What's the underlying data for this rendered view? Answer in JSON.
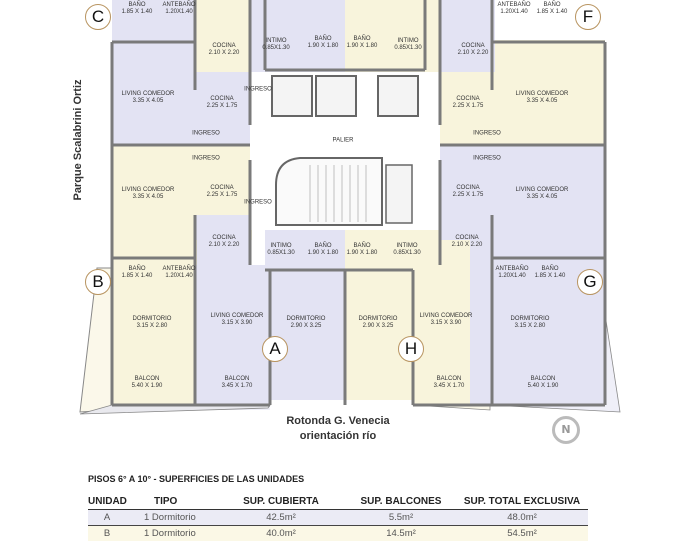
{
  "plan": {
    "unit_markers": [
      "C",
      "F",
      "B",
      "G",
      "A",
      "H"
    ],
    "labels": [
      {
        "name": "BAÑO",
        "dims": "1.85 X 1.40"
      },
      {
        "name": "ANTEBAÑO",
        "dims": "1.20X1.40"
      },
      {
        "name": "COCINA",
        "dims": "2.10 X 2.20"
      },
      {
        "name": "INTIMO",
        "dims": "0.85X1.30"
      },
      {
        "name": "BAÑO",
        "dims": "1.90 X 1.80"
      },
      {
        "name": "BAÑO",
        "dims": "1.90 X 1.80"
      },
      {
        "name": "INTIMO",
        "dims": "0.85X1.30"
      },
      {
        "name": "COCINA",
        "dims": "2.10 X 2.20"
      },
      {
        "name": "ANTEBAÑO",
        "dims": "1.20X1.40"
      },
      {
        "name": "BAÑO",
        "dims": "1.85 X 1.40"
      },
      {
        "name": "LIVING COMEDOR",
        "dims": "3.35 X 4.05"
      },
      {
        "name": "COCINA",
        "dims": "2.25 X 1.75"
      },
      {
        "name": "INGRESO",
        "dims": ""
      },
      {
        "name": "INGRESO",
        "dims": ""
      },
      {
        "name": "PALIER",
        "dims": ""
      },
      {
        "name": "INGRESO",
        "dims": ""
      },
      {
        "name": "COCINA",
        "dims": "2.25 X 1.75"
      },
      {
        "name": "LIVING COMEDOR",
        "dims": "3.35 X 4.05"
      },
      {
        "name": "INGRESO",
        "dims": ""
      },
      {
        "name": "LIVING COMEDOR",
        "dims": "3.35 X 4.05"
      },
      {
        "name": "COCINA",
        "dims": "2.25 X 1.75"
      },
      {
        "name": "INGRESO",
        "dims": ""
      },
      {
        "name": "INGRESO",
        "dims": ""
      },
      {
        "name": "COCINA",
        "dims": "2.25 X 1.75"
      },
      {
        "name": "LIVING COMEDOR",
        "dims": "3.35 X 4.05"
      },
      {
        "name": "COCINA",
        "dims": "2.10 X 2.20"
      },
      {
        "name": "INTIMO",
        "dims": "0.85X1.30"
      },
      {
        "name": "BAÑO",
        "dims": "1.90 X 1.80"
      },
      {
        "name": "BAÑO",
        "dims": "1.90 X 1.80"
      },
      {
        "name": "INTIMO",
        "dims": "0.85X1.30"
      },
      {
        "name": "COCINA",
        "dims": "2.10 X 2.20"
      },
      {
        "name": "BAÑO",
        "dims": "1.85 X 1.40"
      },
      {
        "name": "ANTEBAÑO",
        "dims": "1.20X1.40"
      },
      {
        "name": "ANTEBAÑO",
        "dims": "1.20X1.40"
      },
      {
        "name": "BAÑO",
        "dims": "1.85 X 1.40"
      },
      {
        "name": "DORMITORIO",
        "dims": "3.15 X 2.80"
      },
      {
        "name": "LIVING COMEDOR",
        "dims": "3.15 X 3.90"
      },
      {
        "name": "DORMITORIO",
        "dims": "2.90 X 3.25"
      },
      {
        "name": "DORMITORIO",
        "dims": "2.90 X 3.25"
      },
      {
        "name": "LIVING COMEDOR",
        "dims": "3.15 X 3.90"
      },
      {
        "name": "DORMITORIO",
        "dims": "3.15 X 2.80"
      },
      {
        "name": "BALCON",
        "dims": "5.40 X 1.90"
      },
      {
        "name": "BALCON",
        "dims": "3.45 X 1.70"
      },
      {
        "name": "BALCON",
        "dims": "3.45 X 1.70"
      },
      {
        "name": "BALCON",
        "dims": "5.40 X 1.90"
      }
    ],
    "park_label": "Parque Scalabrini Ortiz",
    "street_label": "Rotonda G. Venecia",
    "orientation_label": "orientación río",
    "north_icon": "compass-north-icon",
    "north_letter": "N",
    "colors": {
      "lavender": "#e3e3f3",
      "cream": "#f8f4dc",
      "wall": "#7a7a7a",
      "marker_ring": "#b89460"
    }
  },
  "table": {
    "title": "PISOS 6° A 10° - SUPERFICIES DE LAS UNIDADES",
    "headers": [
      "UNIDAD",
      "TIPO",
      "SUP. CUBIERTA",
      "SUP. BALCONES",
      "SUP. TOTAL EXCLUSIVA"
    ],
    "rows": [
      [
        "A",
        "1 Dormitorio",
        "42.5m²",
        "5.5m²",
        "48.0m²"
      ],
      [
        "B",
        "1 Dormitorio",
        "40.0m²",
        "14.5m²",
        "54.5m²"
      ]
    ]
  }
}
